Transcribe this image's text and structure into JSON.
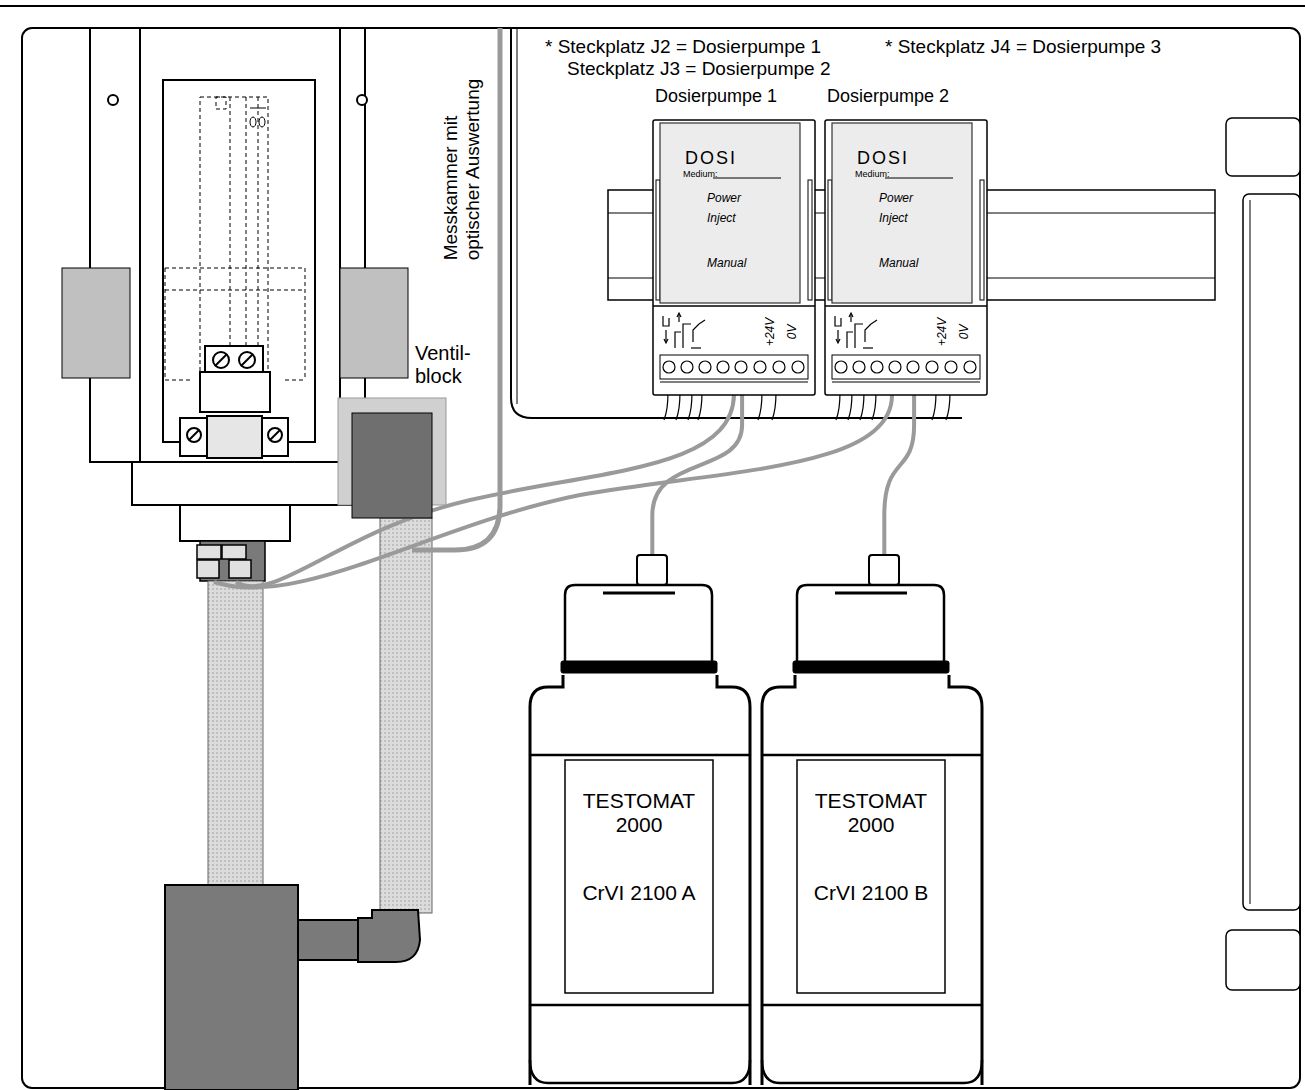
{
  "diagram": {
    "nodes": [
      {
        "text": [
          "Dosierpumpe 1",
          "DOSI",
          "Medium:",
          "Power",
          "Inject",
          "Manual",
          "+24V",
          "0V"
        ]
      },
      {
        "text": [
          "Dosierpumpe 2",
          "DOSI",
          "Medium:",
          "Power",
          "Inject",
          "Manual",
          "+24V",
          "0V"
        ]
      },
      {
        "text": [
          "Ventil- block"
        ]
      },
      {
        "text": [
          "TESTOMAT 2000",
          "CrVI 2100 A"
        ]
      },
      {
        "text": [
          "TESTOMAT 2000",
          "CrVI 2100 B"
        ]
      }
    ],
    "edges": [
      {
        "from": 3,
        "to": 0,
        "arrow": "none"
      },
      {
        "from": 4,
        "to": 1,
        "arrow": "none"
      }
    ],
    "labels": [
      "* Steckplatz J2 = Dosierpumpe 1",
      "* Steckplatz J4 = Dosierpumpe 3",
      "Steckplatz J3 = Dosierpumpe 2",
      "Messkammer mit optischer Auswertung"
    ]
  }
}
